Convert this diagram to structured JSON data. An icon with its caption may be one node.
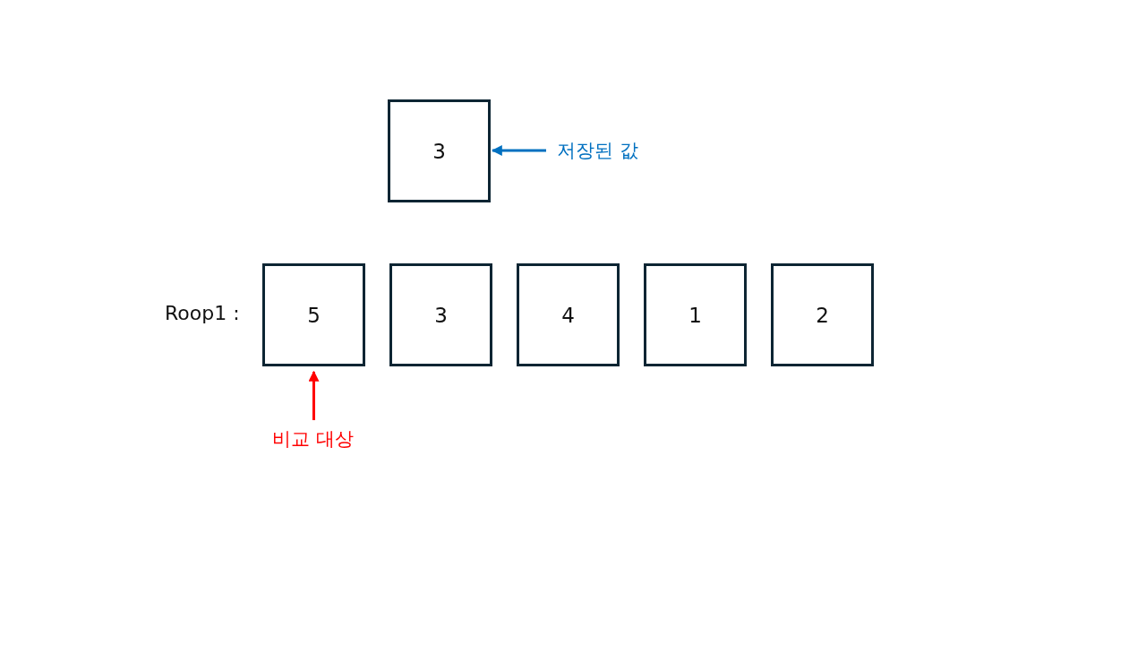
{
  "diagram": {
    "nodes": [
      {
        "text": [
          "3"
        ]
      },
      {
        "text": [
          "저장된 값"
        ]
      },
      {
        "text": [
          "5"
        ]
      },
      {
        "text": [
          "3"
        ]
      },
      {
        "text": [
          "4"
        ]
      },
      {
        "text": [
          "1"
        ]
      },
      {
        "text": [
          "2"
        ]
      },
      {
        "text": [
          "비교 대상"
        ]
      }
    ],
    "edges": [
      {
        "from": 1,
        "to": 0,
        "arrow": "to",
        "color": "#0070c0"
      },
      {
        "from": 7,
        "to": 2,
        "arrow": "to",
        "color": "#ff0000"
      }
    ],
    "labels": [
      "Roop1 :"
    ]
  }
}
